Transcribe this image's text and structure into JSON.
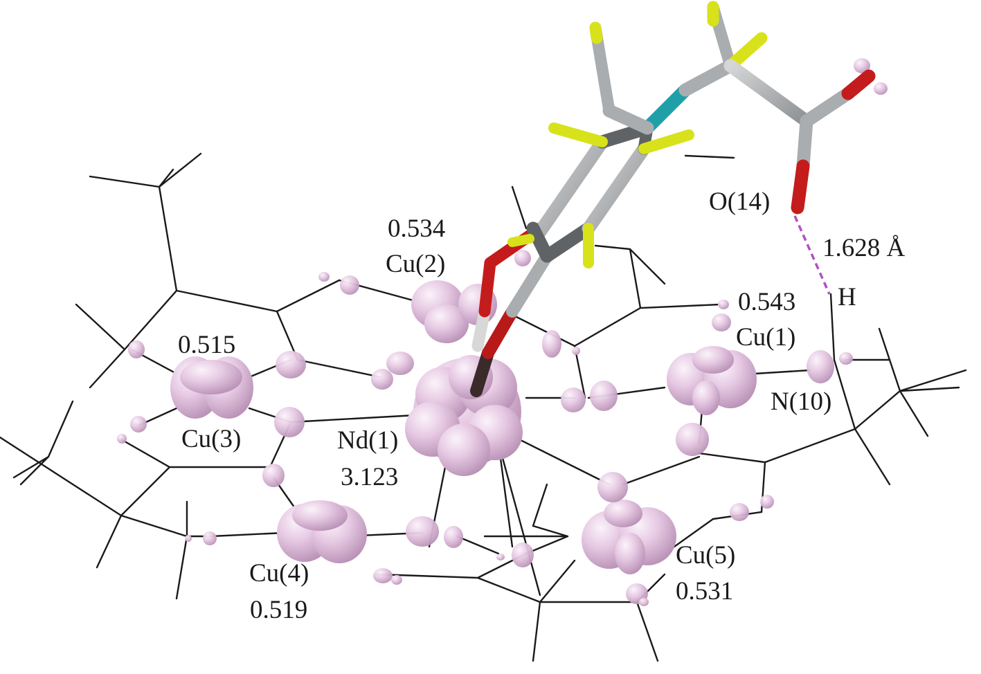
{
  "labels": {
    "o14": "O(14)",
    "hbond_distance": "1.628 Å",
    "h": "H",
    "cu2_value": "0.534",
    "cu2": "Cu(2)",
    "cu1_value": "0.543",
    "cu1": "Cu(1)",
    "n10": "N(10)",
    "cu3_value": "0.515",
    "cu3": "Cu(3)",
    "nd1": "Nd(1)",
    "nd1_value": "3.123",
    "cu4": "Cu(4)",
    "cu4_value": "0.519",
    "cu5": "Cu(5)",
    "cu5_value": "0.531"
  },
  "colors": {
    "spin_density": "#e6c9e3",
    "carbon": "#a9acae",
    "carbon_dark": "#5f6365",
    "oxygen": "#cc1f1f",
    "nitrogen": "#1fa0a8",
    "fluorine": "#d8e21a",
    "hbond": "#b24fc6",
    "wireframe": "#1a1a1a"
  }
}
